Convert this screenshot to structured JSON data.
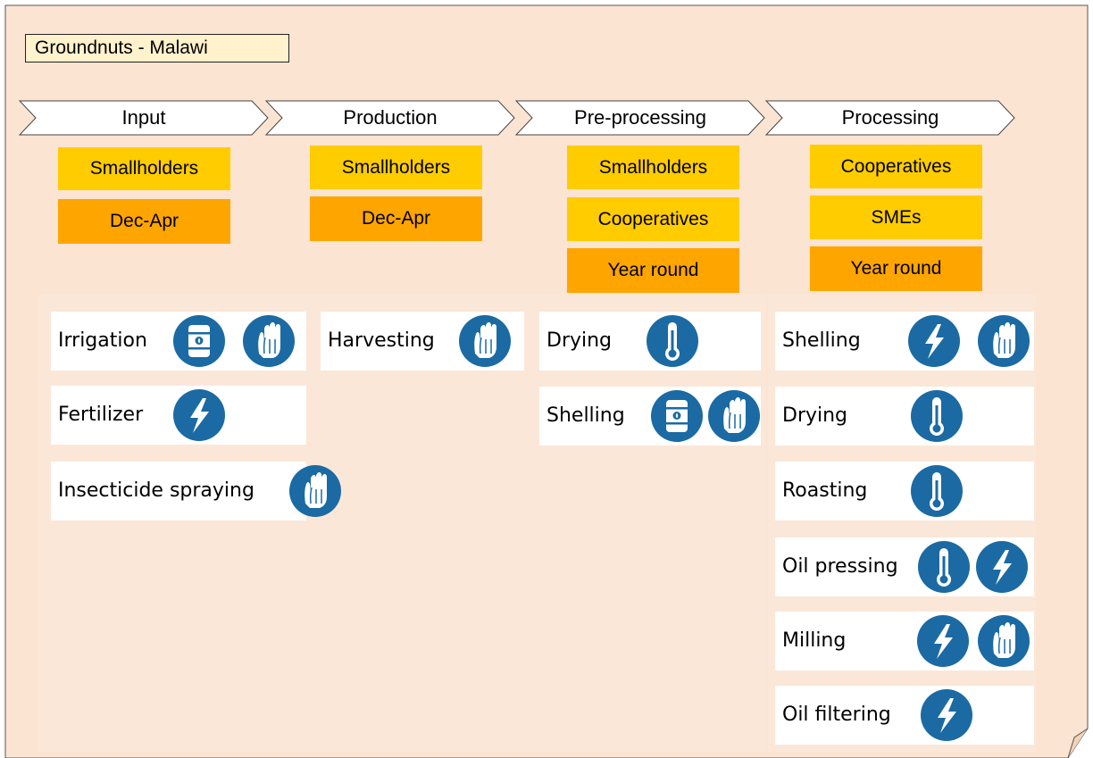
{
  "title": "Groundnuts - Malawi",
  "colors": {
    "background": "#fce4d2",
    "owner_tag": "#ffcc00",
    "season_tag": "#ffa500",
    "icon_blue": "#1b6aa3",
    "title_fill": "#fff2cc"
  },
  "stages": [
    {
      "name": "Input",
      "tags": [
        {
          "text": "Smallholders",
          "kind": "owner"
        },
        {
          "text": "Dec-Apr",
          "kind": "season"
        }
      ],
      "activities": [
        {
          "label": "Irrigation",
          "icons": [
            "fuel-barrel-icon",
            "manual-labor-hand-icon"
          ]
        },
        {
          "label": "Fertilizer",
          "icons": [
            "electricity-bolt-icon"
          ]
        },
        {
          "label": "Insecticide spraying",
          "icons": [
            "manual-labor-hand-icon"
          ]
        }
      ]
    },
    {
      "name": "Production",
      "tags": [
        {
          "text": "Smallholders",
          "kind": "owner"
        },
        {
          "text": "Dec-Apr",
          "kind": "season"
        }
      ],
      "activities": [
        {
          "label": "Harvesting",
          "icons": [
            "manual-labor-hand-icon"
          ]
        }
      ]
    },
    {
      "name": "Pre-processing",
      "tags": [
        {
          "text": "Smallholders",
          "kind": "owner"
        },
        {
          "text": "Cooperatives",
          "kind": "owner"
        },
        {
          "text": "Year round",
          "kind": "season"
        }
      ],
      "activities": [
        {
          "label": "Drying",
          "icons": [
            "heat-thermometer-icon"
          ]
        },
        {
          "label": "Shelling",
          "icons": [
            "fuel-barrel-icon",
            "manual-labor-hand-icon"
          ]
        }
      ]
    },
    {
      "name": "Processing",
      "tags": [
        {
          "text": "Cooperatives",
          "kind": "owner"
        },
        {
          "text": "SMEs",
          "kind": "owner"
        },
        {
          "text": "Year round",
          "kind": "season"
        }
      ],
      "activities": [
        {
          "label": "Shelling",
          "icons": [
            "electricity-bolt-icon",
            "manual-labor-hand-icon"
          ]
        },
        {
          "label": "Drying",
          "icons": [
            "heat-thermometer-icon"
          ]
        },
        {
          "label": "Roasting",
          "icons": [
            "heat-thermometer-icon"
          ]
        },
        {
          "label": "Oil pressing",
          "icons": [
            "heat-thermometer-icon",
            "electricity-bolt-icon"
          ]
        },
        {
          "label": "Milling",
          "icons": [
            "electricity-bolt-icon",
            "manual-labor-hand-icon"
          ]
        },
        {
          "label": "Oil filtering",
          "icons": [
            "electricity-bolt-icon"
          ]
        }
      ]
    }
  ]
}
